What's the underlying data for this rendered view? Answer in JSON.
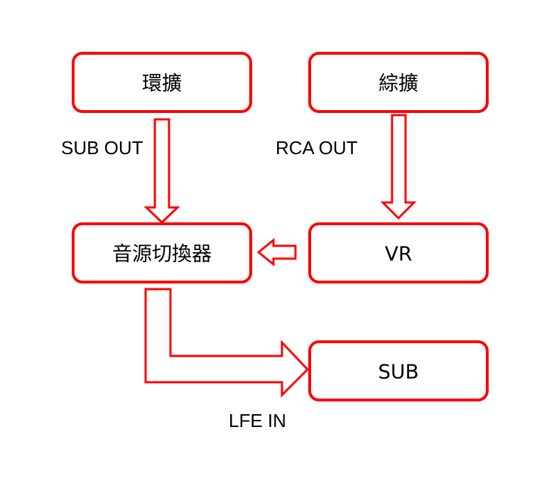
{
  "nodes": {
    "surround_amp": {
      "label": "環擴"
    },
    "integrated_amp": {
      "label": "綜擴"
    },
    "source_switcher": {
      "label": "音源切換器"
    },
    "vr": {
      "label": "VR"
    },
    "sub": {
      "label": "SUB"
    }
  },
  "edges": {
    "surround_to_switcher": {
      "label": "SUB OUT"
    },
    "integrated_to_vr": {
      "label": "RCA OUT"
    },
    "vr_to_switcher": {
      "label": ""
    },
    "switcher_to_sub": {
      "label": "LFE IN"
    }
  },
  "colors": {
    "stroke": "#ff0000",
    "fill": "#ffffff",
    "text": "#000000"
  }
}
